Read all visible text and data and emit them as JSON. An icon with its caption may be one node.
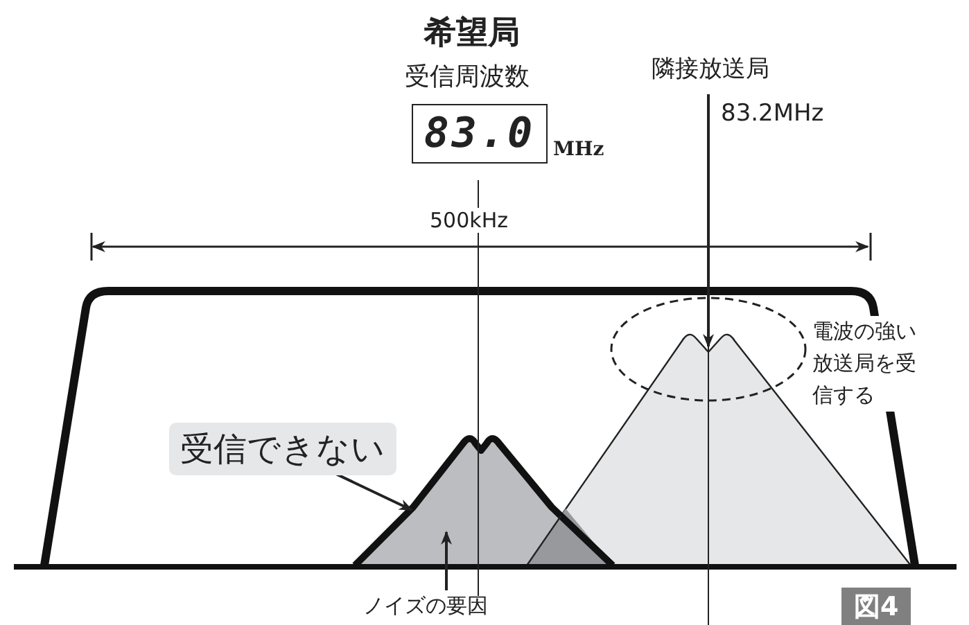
{
  "diagram": {
    "nodes": [
      {
        "text": [
          "受信周波数",
          "83.0"
        ],
        "beside": [
          "MHz"
        ]
      },
      {
        "text": [
          "隣接放送局",
          "83.2MHz"
        ]
      },
      {
        "text": [
          "受信できない"
        ]
      },
      {
        "text": [],
        "shape": "peak"
      },
      {
        "text": [],
        "shape": "peak"
      },
      {
        "text": [
          "ノイズの要因"
        ]
      }
    ],
    "edges": [
      {
        "from": 1,
        "to": 4,
        "arrow": "to"
      },
      {
        "from": 2,
        "to": 3,
        "arrow": "to"
      },
      {
        "from": 5,
        "to": 3,
        "arrow": "to"
      }
    ],
    "labels": [
      "希望局",
      "500kHz",
      "電波の強い放送局を受信する",
      "図4"
    ]
  }
}
